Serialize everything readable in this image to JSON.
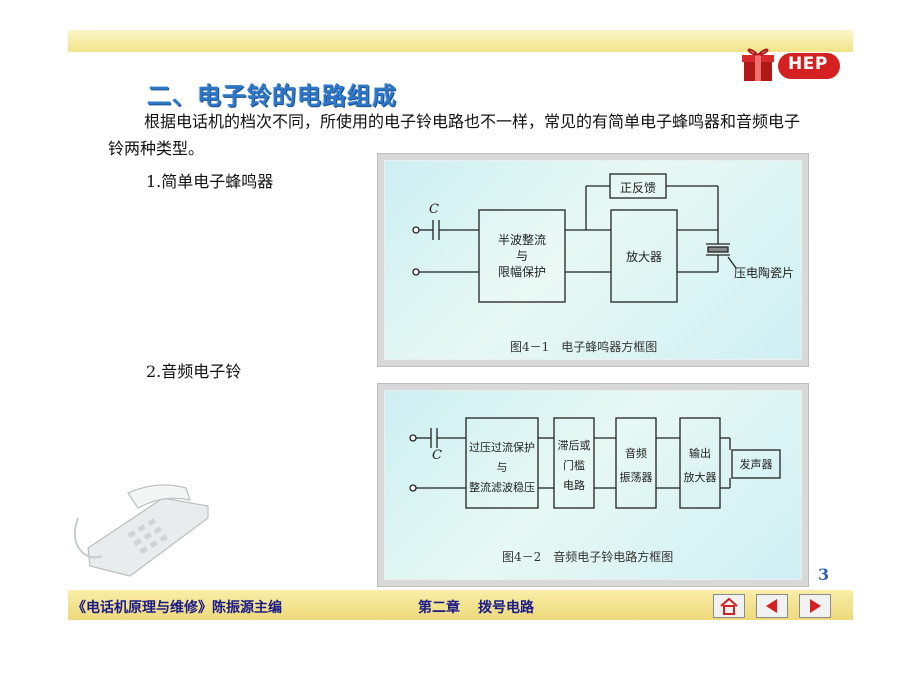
{
  "logo": {
    "text": "HEP"
  },
  "title": "二、电子铃的电路组成",
  "paragraph": "根据电话机的档次不同，所使用的电子铃电路也不一样，常见的有简单电子蜂鸣器和音频电子铃两种类型。",
  "section1": "1.简单电子蜂鸣器",
  "section2": "2.音频电子铃",
  "diagram1": {
    "capacitor_label": "C",
    "block_rectifier": [
      "半波整流",
      "与",
      "限幅保护"
    ],
    "block_feedback": "正反馈",
    "block_amplifier": "放大器",
    "piezo_label": "压电陶瓷片",
    "caption": "图4－1　电子蜂鸣器方框图"
  },
  "diagram2": {
    "capacitor_label": "C",
    "block_protect": [
      "过压过流保护",
      "与",
      "整流滤波稳压"
    ],
    "block_trigger": [
      "滞后或",
      "门槛",
      "电路"
    ],
    "block_osc": [
      "音频",
      "振荡器"
    ],
    "block_out_amp": [
      "输出",
      "放大器"
    ],
    "block_sounder": "发声器",
    "caption": "图4－2　音频电子铃电路方框图"
  },
  "page_number": "3",
  "footer": {
    "book_title": "《电话机原理与维修》陈振源主编",
    "chapter": "第二章",
    "chapter_title": "拨号电路"
  },
  "colors": {
    "title": "#2f78c8",
    "footer_text": "#1a1a8a",
    "nav_red": "#d42020"
  },
  "icons": [
    "home-icon",
    "prev-arrow-icon",
    "next-arrow-icon",
    "telephone-image",
    "gift-box-icon"
  ]
}
